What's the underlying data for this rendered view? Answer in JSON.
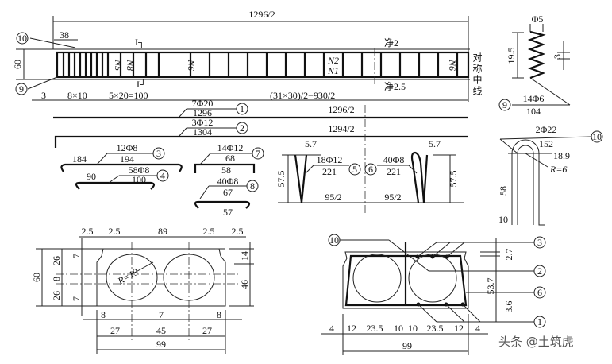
{
  "elevation": {
    "total": "1296/2",
    "end_len": "38",
    "height": "60",
    "section_mark_top": "I┐",
    "section_mark_bottom": "I┘",
    "labels": {
      "n5": "N5",
      "n8": "N8",
      "n6a": "N6",
      "n2": "N2",
      "n1": "N1",
      "n6b": "N6"
    },
    "symmetry": "对称中线",
    "clear_top": "净2",
    "clear_bottom": "净2.5",
    "spacing": {
      "a": "3",
      "b": "8×10",
      "c": "5×20=100",
      "d": "(31×30)/2−930/2"
    },
    "callouts": {
      "n10": "10",
      "n9": "9"
    }
  },
  "bars": {
    "b1": {
      "no": "1",
      "spec": "7Φ20",
      "len": "1296",
      "dim": "1296/2"
    },
    "b2": {
      "no": "2",
      "spec": "3Φ12",
      "len": "1304",
      "dim": "1294/2"
    },
    "b3": {
      "no": "3",
      "spec": "12Φ8",
      "len": "194",
      "dim": "184"
    },
    "b4": {
      "no": "4",
      "spec": "58Φ8",
      "len": "100",
      "dim": "90"
    },
    "b7": {
      "no": "7",
      "spec": "14Φ12",
      "len": "68",
      "dim": "58"
    },
    "b8": {
      "no": "8",
      "spec": "40Φ8",
      "len": "67",
      "dim": "57"
    },
    "b5": {
      "no": "5",
      "spec": "18Φ12",
      "len": "221",
      "top": "5.7",
      "h": "57.5",
      "base": "95/2"
    },
    "b6": {
      "no": "6",
      "spec": "40Φ8",
      "len": "221",
      "top": "5.7",
      "h": "57.5",
      "base": "95/2"
    },
    "b9": {
      "no": "9",
      "spec": "14Φ6",
      "len": "104",
      "dia": "Φ5",
      "h": "19.5",
      "pitch": "3"
    },
    "b10": {
      "no": "10",
      "spec": "2Φ22",
      "len": "152",
      "d1": "18.9",
      "r": "R=6",
      "h": "58",
      "foot": "10"
    }
  },
  "section_concrete": {
    "top": [
      "2.5",
      "2.5",
      "89",
      "2.5",
      "2.5"
    ],
    "left": {
      "total": "60",
      "a": "26",
      "b": "8",
      "c": "26",
      "d1": "7",
      "d2": "7"
    },
    "right": {
      "a": "14",
      "b": "46"
    },
    "radius": "R=19",
    "bottom1": [
      "8",
      "7",
      "8"
    ],
    "bottom2": [
      "27",
      "45",
      "27"
    ],
    "total": "99"
  },
  "section_rebar": {
    "callouts": {
      "c10": "10",
      "c3": "3",
      "c2": "2",
      "c6": "6",
      "c1": "1"
    },
    "right": {
      "a": "2.7",
      "b": "53.7",
      "c": "3.6"
    },
    "bottom": [
      "4",
      "12",
      "23.5",
      "10",
      "10",
      "23.5",
      "12",
      "4"
    ],
    "total": "99"
  },
  "watermark": "头条 @土筑虎"
}
